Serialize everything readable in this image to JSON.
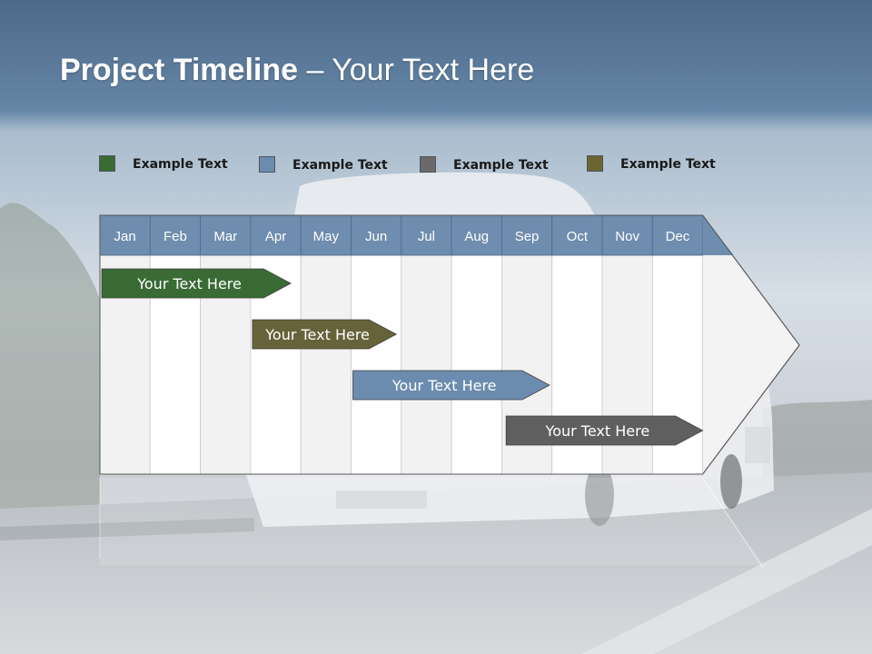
{
  "slide": {
    "title_bold": "Project Timeline",
    "title_rest": " – Your Text Here"
  },
  "legend": [
    {
      "label": "Example Text",
      "color": "#3a6b35"
    },
    {
      "label": "Example Text",
      "color": "#6b8cae"
    },
    {
      "label": "Example Text",
      "color": "#6a6a6a"
    },
    {
      "label": "Example Text",
      "color": "#6b6630"
    }
  ],
  "timeline": {
    "months": [
      "Jan",
      "Feb",
      "Mar",
      "Apr",
      "May",
      "Jun",
      "Jul",
      "Aug",
      "Sep",
      "Oct",
      "Nov",
      "Dec"
    ],
    "header_color": "#6f8dae",
    "bars": [
      {
        "label": "Your  Text Here",
        "start_month": 0,
        "end_month": 3.8,
        "color": "#3a6b35"
      },
      {
        "label": "Your  Text Here",
        "start_month": 3.0,
        "end_month": 5.9,
        "color": "#66633a"
      },
      {
        "label": "Your  Text Here",
        "start_month": 5.0,
        "end_month": 8.95,
        "color": "#6b8cae"
      },
      {
        "label": "Your  Text Here",
        "start_month": 8.05,
        "end_month": 12.0,
        "color": "#5f5f5f"
      }
    ]
  }
}
